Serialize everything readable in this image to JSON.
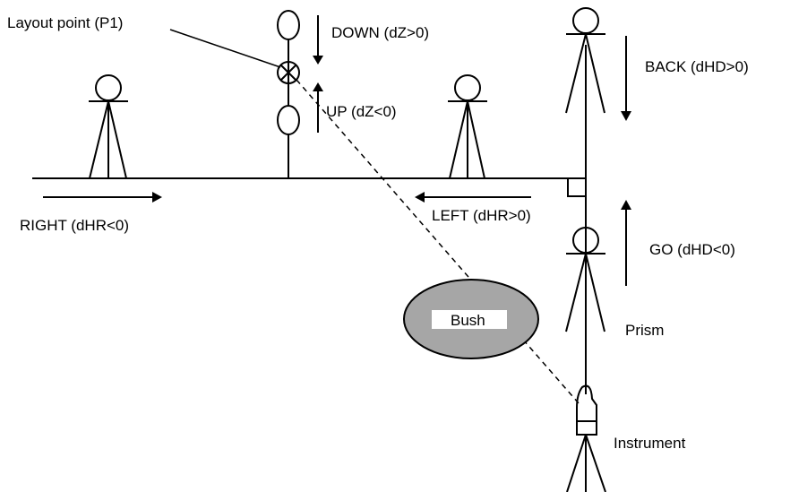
{
  "labels": {
    "layout_point": "Layout point (P1)",
    "down": "DOWN (dZ>0)",
    "up": "UP (dZ<0)",
    "back": "BACK  (dHD>0)",
    "go": "GO  (dHD<0)",
    "right": "RIGHT (dHR<0)",
    "left": "LEFT (dHR>0)",
    "bush": "Bush",
    "prism": "Prism",
    "instrument": "Instrument"
  },
  "colors": {
    "bush_fill": "#a6a6a6",
    "line": "#000000",
    "background": "#ffffff"
  }
}
